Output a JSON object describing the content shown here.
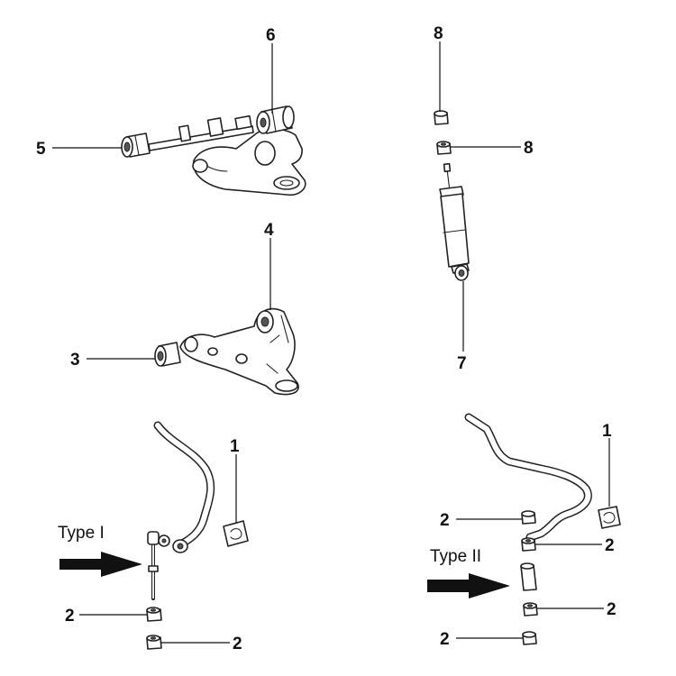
{
  "callouts": {
    "c1_right": "1",
    "c1_left": "1",
    "c2_left_upper": "2",
    "c2_left_lower": "2",
    "c2_right_a": "2",
    "c2_right_b": "2",
    "c2_right_c": "2",
    "c2_right_d": "2",
    "c3": "3",
    "c4": "4",
    "c5": "5",
    "c6": "6",
    "c7": "7",
    "c8_top": "8",
    "c8_mid": "8"
  },
  "types": {
    "type_1": "Type I",
    "type_2": "Type II"
  },
  "colors": {
    "ink": "#111111",
    "arrow": "#111111",
    "shading": "#d9d9d9"
  }
}
